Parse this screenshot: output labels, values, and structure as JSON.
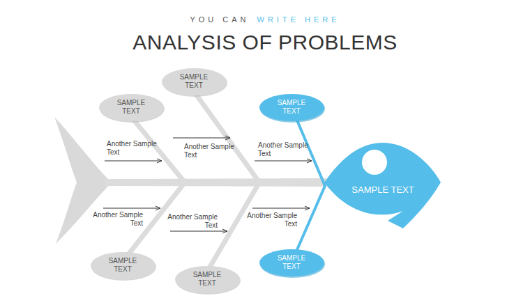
{
  "diagram": {
    "title": "ANALYSIS OF PROBLEMS",
    "nodes": [
      {
        "text": [
          "SAMPLE TEXT"
        ]
      },
      {
        "text": [
          "SAMPLE TEXT"
        ]
      },
      {
        "text": [
          "SAMPLE TEXT"
        ]
      },
      {
        "text": [
          "SAMPLE TEXT"
        ]
      },
      {
        "text": [
          "SAMPLE TEXT"
        ]
      },
      {
        "text": [
          "SAMPLE TEXT"
        ]
      },
      {
        "text": [
          "SAMPLE TEXT"
        ]
      }
    ],
    "edges": [
      {
        "from": 2,
        "to": 3,
        "arrow": "none"
      },
      {
        "from": 6,
        "to": 3,
        "arrow": "none"
      }
    ],
    "labels": [
      "YOU CAN",
      "WRITE HERE",
      "Another Sample Text",
      "Another Sample Text",
      "Another Sample Text",
      "Another Sample Text",
      "Another Sample Text",
      "Another Sample Text"
    ]
  }
}
